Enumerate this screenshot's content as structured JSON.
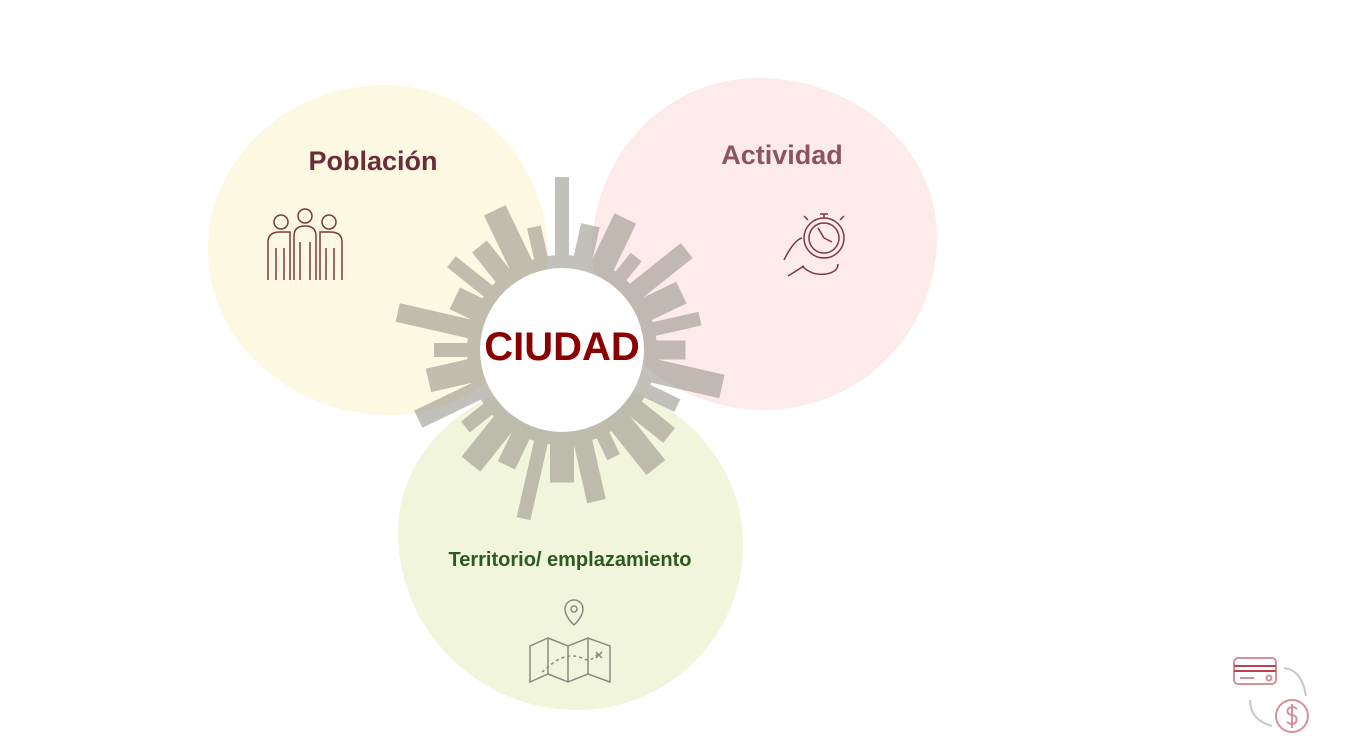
{
  "center": {
    "title": "CIUDAD"
  },
  "circles": [
    {
      "label": "Población",
      "icon": "people-icon",
      "color": "#fdf8e1"
    },
    {
      "label": "Actividad",
      "icon": "stopwatch-hand-icon",
      "color": "#fcebea"
    },
    {
      "label": "Territorio/ emplazamiento",
      "icon": "map-pin-icon",
      "color": "#f1f5dc"
    }
  ],
  "corner_icon": "card-payment-icon"
}
